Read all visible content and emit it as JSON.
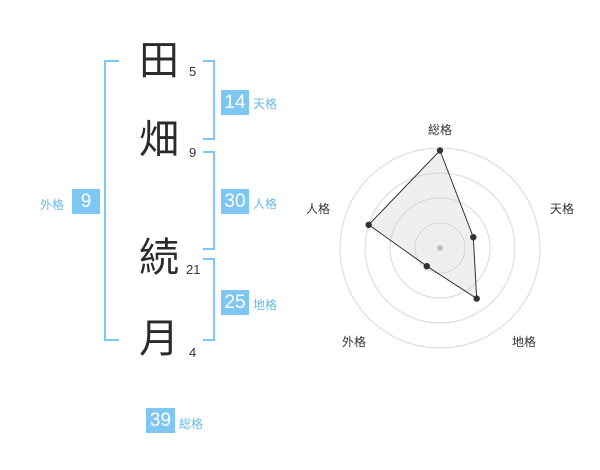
{
  "name_chars": [
    {
      "char": "田",
      "strokes": "5"
    },
    {
      "char": "畑",
      "strokes": "9"
    },
    {
      "char": "続",
      "strokes": "21"
    },
    {
      "char": "月",
      "strokes": "4"
    }
  ],
  "kakusu": {
    "tenkaku": {
      "value": "14",
      "label": "天格"
    },
    "jinkaku": {
      "value": "30",
      "label": "人格"
    },
    "chikaku": {
      "value": "25",
      "label": "地格"
    },
    "gaikaku": {
      "value": "9",
      "label": "外格"
    },
    "soukaku": {
      "value": "39",
      "label": "総格"
    }
  },
  "colors": {
    "accent": "#7fc7f3",
    "accent_text": "#67b9ea",
    "text": "#2b2b2b"
  },
  "chart_data": {
    "type": "radar",
    "axes": [
      "総格",
      "天格",
      "地格",
      "外格",
      "人格"
    ],
    "values": [
      39,
      14,
      25,
      9,
      30
    ],
    "rings": 4,
    "grid": true
  }
}
